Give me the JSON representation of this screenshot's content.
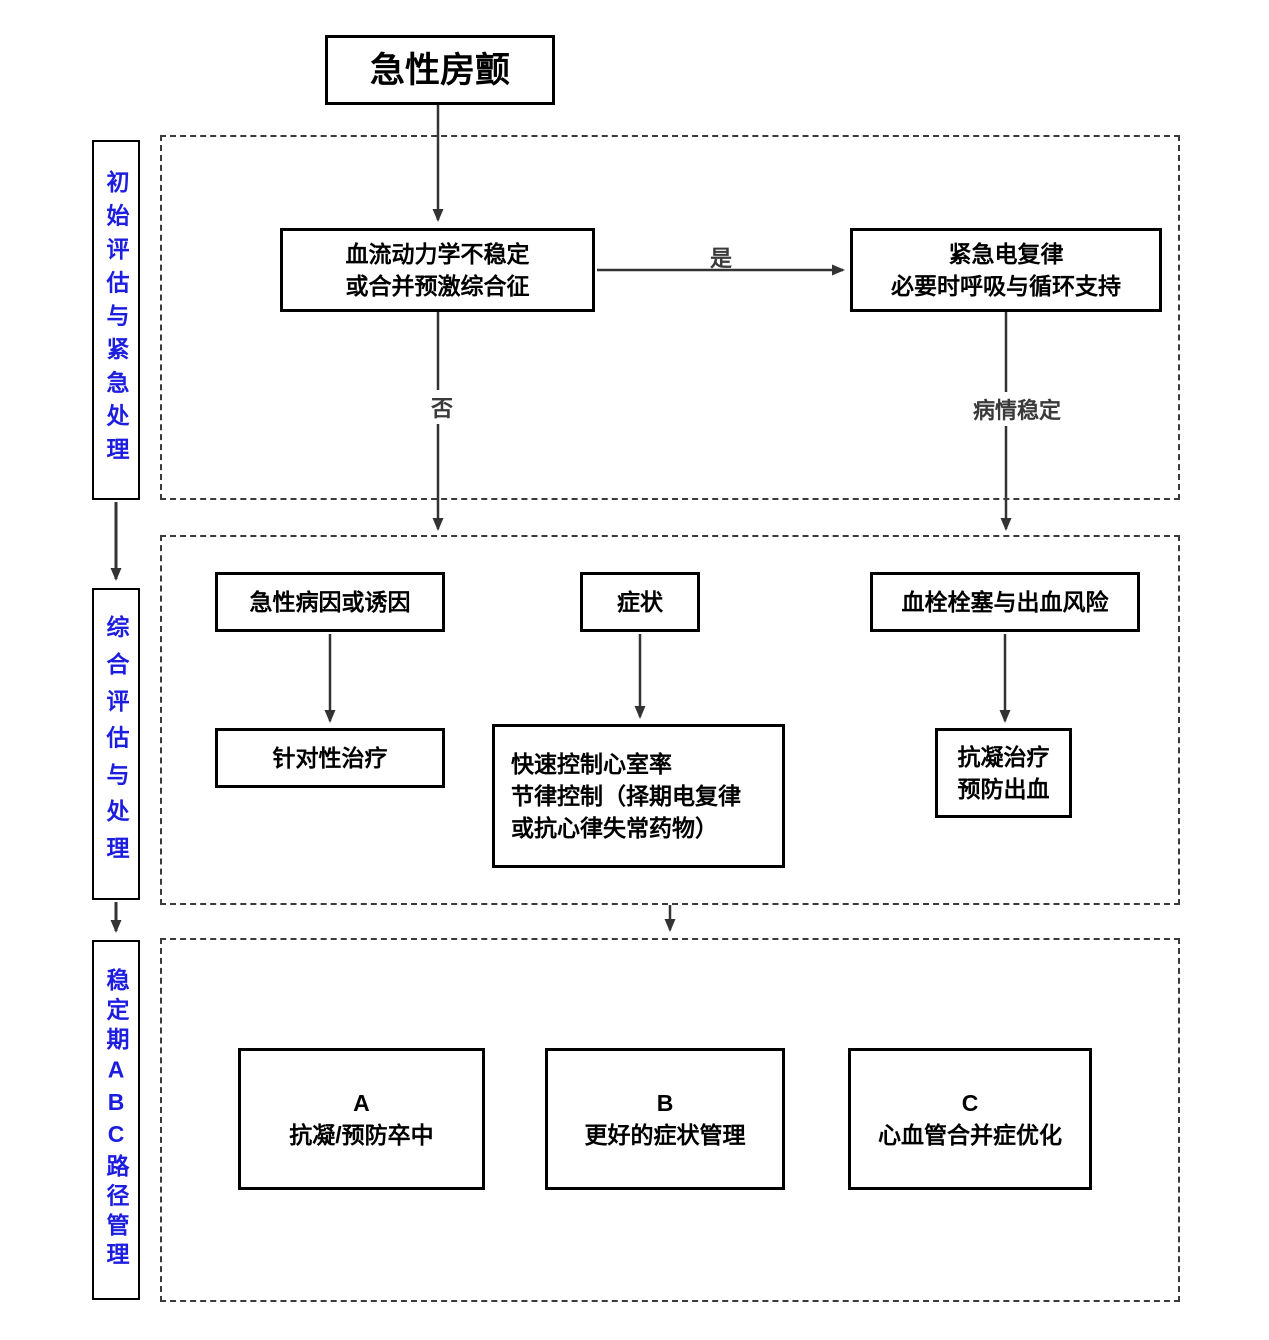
{
  "title": "急性房颤",
  "stage_labels": {
    "s1": "初始评估与紧急处理",
    "s2": "综合评估与处理",
    "s3": "稳定期ABC路径管理"
  },
  "section1": {
    "unstable": "血流动力学不稳定\n或合并预激综合征",
    "cardioversion": "紧急电复律\n必要时呼吸与循环支持",
    "yes_label": "是",
    "no_label": "否",
    "stable_label": "病情稳定"
  },
  "section2": {
    "cause": "急性病因或诱因",
    "symptom": "症状",
    "risk": "血栓栓塞与出血风险",
    "targeted": "针对性治疗",
    "rate_control": "快速控制心室率\n节律控制（择期电复律\n或抗心律失常药物）",
    "anticoag": "抗凝治疗\n预防出血"
  },
  "section3": {
    "path_a": "A\n抗凝/预防卒中",
    "path_b": "B\n更好的症状管理",
    "path_c": "C\n心血管合并症优化"
  },
  "colors": {
    "stage_text": "#1d1de0",
    "line": "#333333",
    "box_border": "#000000"
  }
}
